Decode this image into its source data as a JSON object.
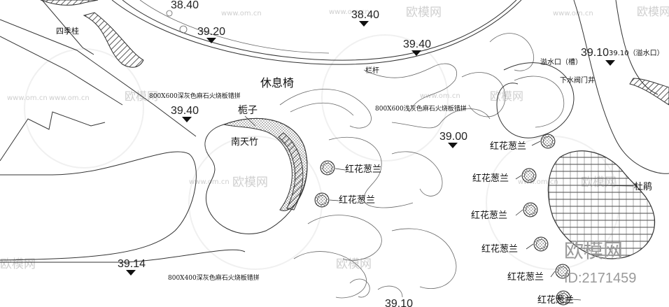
{
  "elevations": [
    "38.40",
    "38.40",
    "39.20",
    "39.40",
    "39.40",
    "39.00",
    "39.10",
    "39.14",
    "39.10"
  ],
  "elevation_note": "39.10（溢水口）",
  "plants": {
    "gardenia": "栀子",
    "nandina": "南天竹",
    "azalea": "杜鹃",
    "osmanthus": "四季桂",
    "red_onion_orchid": "红花葱兰"
  },
  "features": {
    "bench": "休息椅",
    "railing": "栏杆",
    "overflow": "溢水口（槽）",
    "valve_well": "下水阀门井"
  },
  "paving": {
    "deep_grey": "800X600深灰色麻石火烧板错拼",
    "light_grey": "800X600浅灰色麻石火烧板错拼",
    "deep_grey_400": "800X400深灰色麻石火烧板错拼"
  },
  "watermark": {
    "brand": "欧模网",
    "site": "www.om.cn",
    "id": "ID:2171459"
  },
  "icons": [
    "elevation-marker-icon",
    "plant-symbol-icon"
  ]
}
